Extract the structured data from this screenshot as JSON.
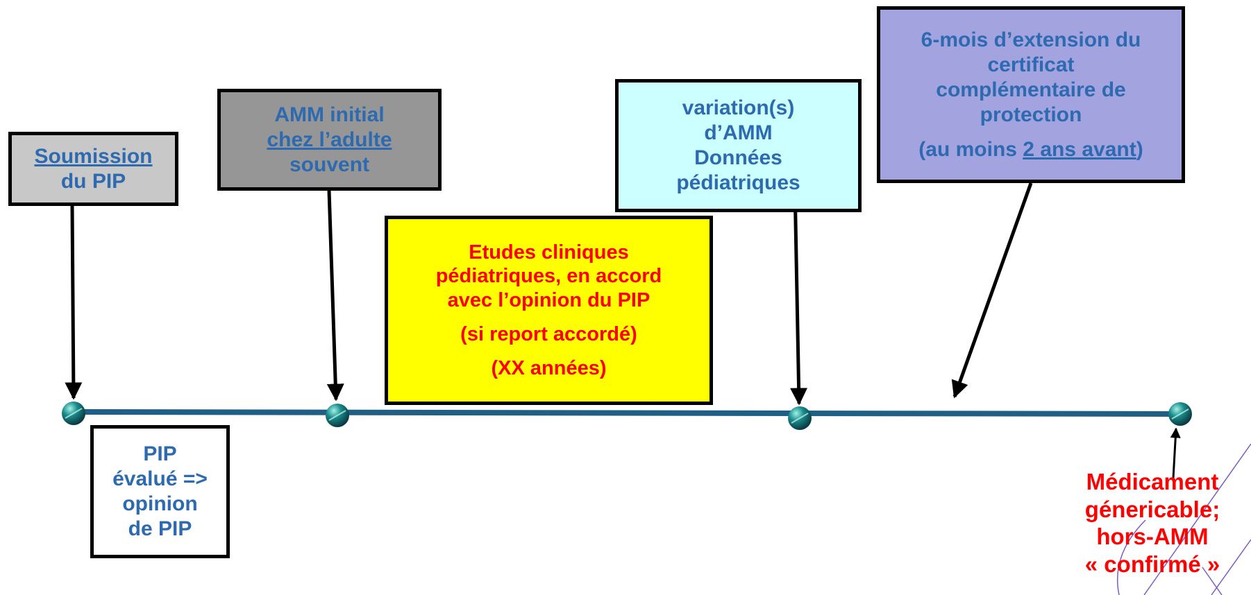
{
  "boxes": {
    "soumission": {
      "line1": "Soumission",
      "line2": "du PIP"
    },
    "amm_initial": {
      "line1": "AMM initial",
      "line2": "chez l’adulte",
      "line3": "souvent"
    },
    "etudes": {
      "line1": "Etudes cliniques",
      "line2": "pédiatriques, en accord",
      "line3": "avec l’opinion du PIP",
      "line4": "(si report accordé)",
      "line5": "(XX années)"
    },
    "variation": {
      "line1": "variation(s)",
      "line2": "d’AMM",
      "line3": "Données",
      "line4": "pédiatriques"
    },
    "extension": {
      "line1": "6-mois d’extension du",
      "line2": "certificat",
      "line3": "complémentaire de",
      "line4": "protection",
      "line5_prefix": "(au moins ",
      "line5_underlined": "2 ans avant",
      "line5_suffix": ")"
    },
    "pip_evalue": {
      "line1": "PIP",
      "line2": "évalué =>",
      "line3": "opinion",
      "line4": "de PIP"
    },
    "generique": {
      "line1": "Médicament",
      "line2": "génericable;",
      "line3": "hors-AMM",
      "line4": "« confirmé »"
    }
  },
  "colors": {
    "timeline": "#1f5f86",
    "text_blue": "#2d6ab0",
    "text_red": "#ff0000",
    "soumission_bg": "#c8c8c8",
    "amm_bg": "#969696",
    "etudes_bg": "#ffff00",
    "variation_bg": "#ccffff",
    "extension_bg": "#a3a3e0",
    "node": "#1a8a8a"
  }
}
